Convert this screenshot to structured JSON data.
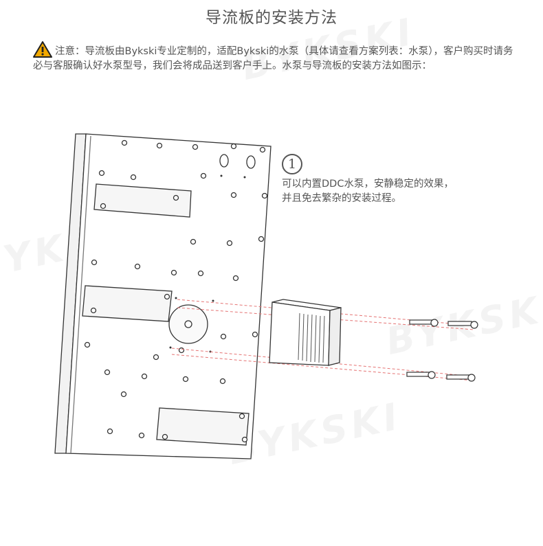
{
  "title": "导流板的安装方法",
  "notice": {
    "icon": "warning-icon",
    "label": "注意：",
    "text": "导流板由Bykski专业定制的，适配Bykski的水泵（具体请查看方案列表：水泵），客户购买时请务必与客服确认好水泵型号，我们会将成品送到客户手上。水泵与导流板的安装方法如图示："
  },
  "step": {
    "number": "1",
    "line1": "可以内置DDC水泵，安静稳定的效果，",
    "line2": "并且免去繁杂的安装过程。"
  },
  "watermark": "BYKSKI",
  "colors": {
    "warning": "#f2a900",
    "guide": "#e57373",
    "line": "#333333"
  }
}
